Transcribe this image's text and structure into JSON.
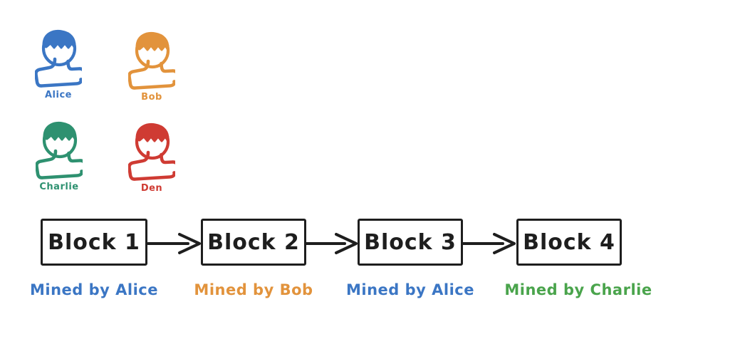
{
  "canvas": {
    "background": "#ffffff",
    "ink_color": "#1e1e1e"
  },
  "people": [
    {
      "name": "Alice",
      "color": "#3b76c4"
    },
    {
      "name": "Bob",
      "color": "#e2933c"
    },
    {
      "name": "Charlie",
      "color": "#2e9170"
    },
    {
      "name": "Den",
      "color": "#cf3b33"
    }
  ],
  "blocks": [
    {
      "label": "Block 1",
      "miner": "Mined by Alice",
      "miner_color": "#3b76c4"
    },
    {
      "label": "Block 2",
      "miner": "Mined by Bob",
      "miner_color": "#e2933c"
    },
    {
      "label": "Block 3",
      "miner": "Mined by Alice",
      "miner_color": "#3b76c4"
    },
    {
      "label": "Block 4",
      "miner": "Mined by Charlie",
      "miner_color": "#4aa44c"
    }
  ],
  "icons": {
    "person": "person-icon",
    "arrow": "arrow-right-icon"
  }
}
